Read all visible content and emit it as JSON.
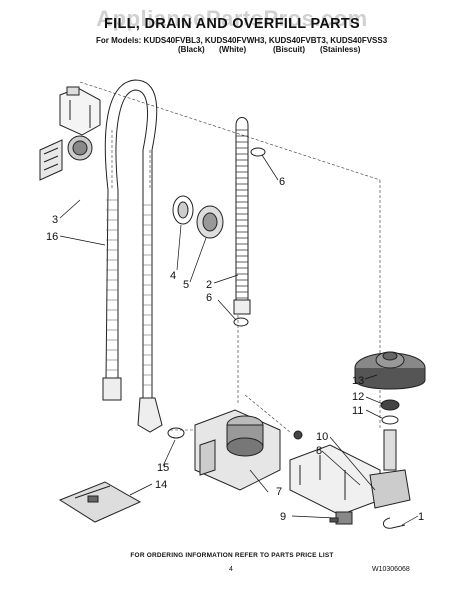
{
  "watermark": "AppliancePartsPros.com",
  "title": "FILL, DRAIN AND OVERFILL PARTS",
  "models_line": "For Models: KUDS40FVBL3, KUDS40FVWH3, KUDS40FVBT3, KUDS40FVSS3",
  "colors": {
    "black": "(Black)",
    "white": "(White)",
    "biscuit": "(Biscuit)",
    "stainless": "(Stainless)"
  },
  "callouts": {
    "c1": "1",
    "c2": "2",
    "c3": "3",
    "c4": "4",
    "c5": "5",
    "c6a": "6",
    "c6b": "6",
    "c7": "7",
    "c8": "8",
    "c9": "9",
    "c10": "10",
    "c11": "11",
    "c12": "12",
    "c13": "13",
    "c14": "14",
    "c15": "15",
    "c16": "16"
  },
  "footer": "FOR ORDERING INFORMATION REFER TO PARTS PRICE LIST",
  "page_number": "4",
  "doc_number": "W10306068"
}
